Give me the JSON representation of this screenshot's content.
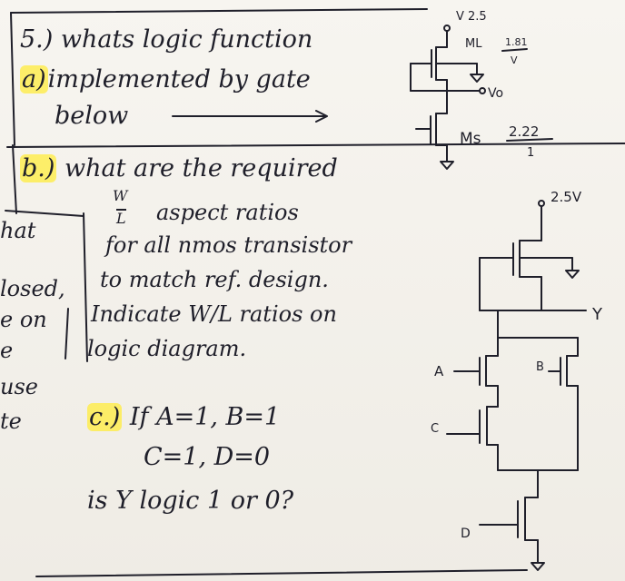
{
  "problem": {
    "number": "5.)",
    "line1": "whats logic function",
    "line2_marker": "a)",
    "line2": "implemented by gate",
    "line3": "below"
  },
  "part_b": {
    "marker": "b.)",
    "line1": "what are the required",
    "ratio_top": "W",
    "ratio_bottom": "L",
    "line2": "aspect ratios",
    "line3": "for all nmos transistor",
    "line4": "to match ref. design.",
    "line5": "Indicate W/L ratios on",
    "line6": "logic diagram."
  },
  "part_c": {
    "marker": "c.)",
    "line1": "If A=1, B=1",
    "line2": "C=1, D=0",
    "line3": "is Y logic 1 or 0?"
  },
  "left_margin": [
    "hat",
    "losed,",
    "e on",
    "e",
    "use",
    "te"
  ],
  "ref_circuit": {
    "supply": "V 2.5",
    "ml_label": "ML",
    "ml_num": "1.81",
    "ml_den": "V",
    "vo_label": "Vo",
    "ms_label": "Ms",
    "ms_num": "2.22",
    "ms_den": "1"
  },
  "main_circuit": {
    "supply": "2.5V",
    "out": "Y",
    "in_a": "A",
    "in_b": "B",
    "in_c": "C",
    "in_d": "D"
  },
  "colors": {
    "ink": "#1f1f2a",
    "highlight": "#ffec3c",
    "paper": "#f4f2ec"
  }
}
